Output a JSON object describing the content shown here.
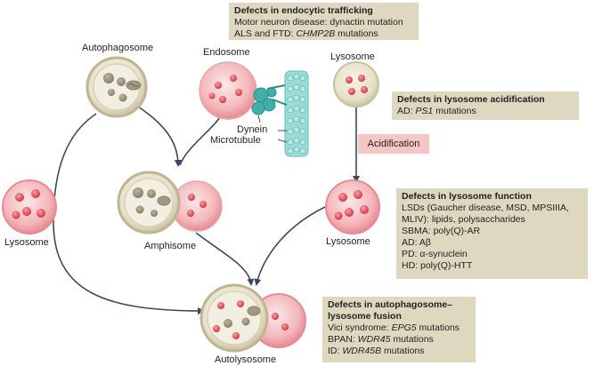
{
  "labels": {
    "autophagosome": "Autophagosome",
    "endosome": "Endosome",
    "lysosome_top": "Lysosome",
    "dynein": "Dynein",
    "microtubule": "Microtubule",
    "lysosome_left": "Lysosome",
    "amphisome": "Amphisome",
    "lysosome_right": "Lysosome",
    "autolysosome": "Autolysosome",
    "acidification": "Acidification"
  },
  "boxes": {
    "endocytic": {
      "title": "Defects in endocytic trafficking",
      "lines": [
        {
          "plain": "Motor neuron disease: dynactin mutation",
          "italic": "",
          "suffix": ""
        },
        {
          "plain": "ALS and FTD: ",
          "italic": "CHMP2B",
          "suffix": " mutations"
        }
      ]
    },
    "acidification": {
      "title": "Defects in lysosome acidification",
      "lines": [
        {
          "plain": "AD: ",
          "italic": "PS1",
          "suffix": " mutations"
        }
      ]
    },
    "function": {
      "title": "Defects in lysosome function",
      "lines": [
        "LSDs (Gaucher disease, MSD, MPSIIIA,",
        "MLIV): lipids, polysaccharides",
        "SBMA: poly(Q)-AR",
        "AD: Aβ",
        "PD: α-synuclein",
        "HD: poly(Q)-HTT"
      ]
    },
    "fusion": {
      "title_lines": [
        "Defects in autophagosome–",
        "lysosome fusion"
      ],
      "lines": [
        {
          "plain": "Vici syndrome: ",
          "italic": "EPG5",
          "suffix": " mutations"
        },
        {
          "plain": "BPAN: ",
          "italic": "WDR45",
          "suffix": " mutations"
        },
        {
          "plain": "ID: ",
          "italic": "WDR45B",
          "suffix": " mutations"
        }
      ]
    }
  },
  "colors": {
    "membrane_beige": "#cfc8a8",
    "lumen_beige": "#f1eedf",
    "cargo_grey": "#9a9279",
    "lyso_outer": "#e88d93",
    "lyso_inner": "#f7cfd1",
    "lyso_dot": "#df4150",
    "dynein_teal": "#3fb0a8",
    "microtubule": "#9adbd6",
    "arrow": "#3b4a5a",
    "box_bg": "#ddd8bf",
    "acid_bg": "#f6c5c5"
  },
  "icons": [
    "autophagosome-vesicle",
    "endosome-vesicle",
    "lysosome-vesicle",
    "dynein-motor",
    "microtubule-filament",
    "amphisome-vesicle",
    "autolysosome-vesicle"
  ]
}
